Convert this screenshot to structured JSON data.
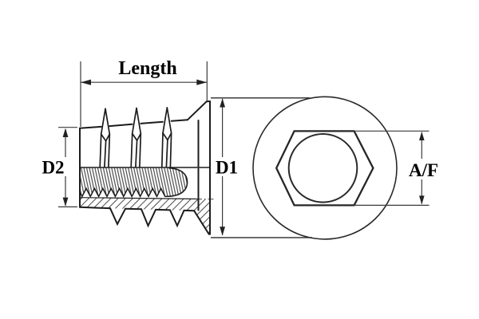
{
  "diagram": {
    "background_color": "#ffffff",
    "outline_color": "#1c1c1c",
    "dimension_line_color": "#3a3a3a",
    "label_color": "#000000",
    "labels": {
      "length": "Length",
      "d2": "D2",
      "d1": "D1",
      "af": "A/F"
    },
    "views": [
      {
        "id": "side-section-view",
        "dimension_labels": [
          "Length",
          "D2",
          "D1"
        ]
      },
      {
        "id": "end-view",
        "dimension_labels": [
          "A/F"
        ]
      }
    ]
  }
}
